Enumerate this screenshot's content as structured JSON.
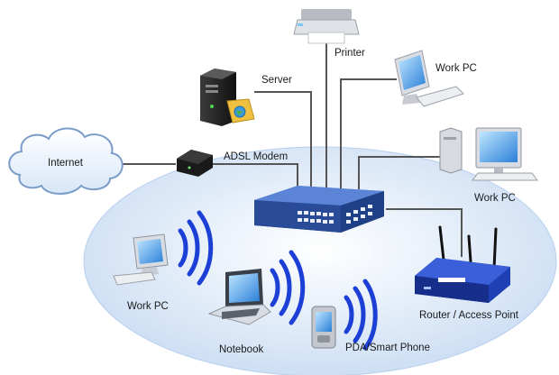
{
  "labels": {
    "internet": "Internet",
    "adsl_modem": "ADSL Modem",
    "server": "Server",
    "printer": "Printer",
    "work_pc_top": "Work PC",
    "work_pc_right": "Work PC",
    "work_pc_wireless": "Work PC",
    "notebook": "Notebook",
    "pda": "PDA/Smart Phone",
    "router": "Router / Access Point"
  },
  "icons": {
    "cloud": "internet-cloud-icon",
    "modem": "adsl-modem-icon",
    "server": "server-tower-icon",
    "printer": "printer-icon",
    "switch": "network-switch-icon",
    "desktop": "desktop-pc-icon",
    "wireless_pc": "wireless-pc-icon",
    "laptop": "laptop-icon",
    "pda": "pda-icon",
    "router": "wireless-router-icon",
    "wifi": "wifi-waves-icon"
  },
  "colors": {
    "lan_ellipse": "#dce8f7",
    "cable": "#555555",
    "switch_blue": "#2b4fa0",
    "wifi_blue": "#1c3fd6",
    "screen_blue": "#2f8fe0"
  }
}
